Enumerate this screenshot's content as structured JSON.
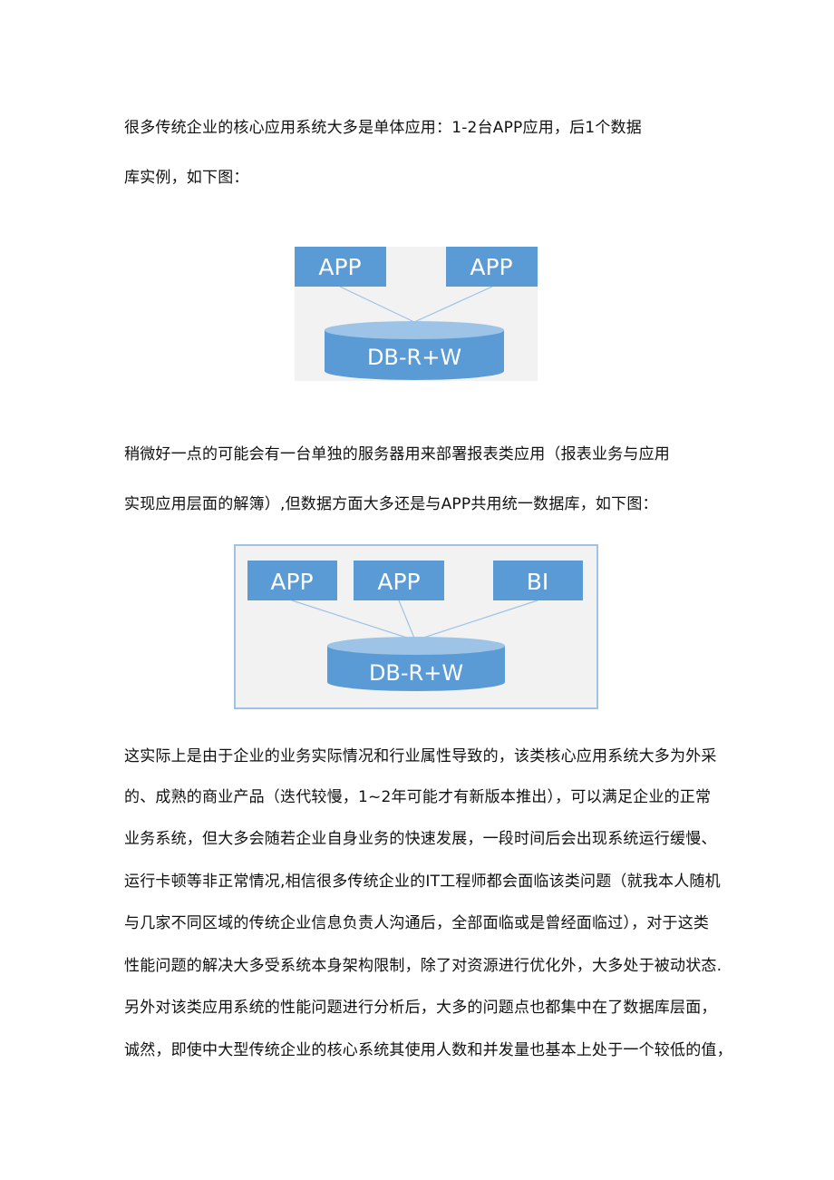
{
  "paragraph1": {
    "lines": [
      "很多传统企业的核心应用系统大多是单体应用：1-2台APP应用，后1个数据",
      "库实例，如下图："
    ]
  },
  "figure1": {
    "boxes": [
      "APP",
      "APP"
    ],
    "db_label": "DB-R+W",
    "colors": {
      "box": "#5b9bd5",
      "box_light": "#9dc3e6",
      "db_top": "#9dc3e6",
      "background": "#f2f2f2",
      "connector": "#9dc3e6"
    }
  },
  "paragraph2": {
    "lines": [
      "稍微好一点的可能会有一台单独的服务器用来部署报表类应用（报表业务与应用",
      "实现应用层面的解簿）,但数据方面大多还是与APP共用统一数据库，如下图："
    ]
  },
  "figure2": {
    "boxes": [
      "APP",
      "APP",
      "BI"
    ],
    "db_label": "DB-R+W",
    "colors": {
      "box": "#5b9bd5",
      "frame": "#9dc3e6",
      "background": "#f2f2f2"
    }
  },
  "paragraph3": {
    "lines": [
      "这实际上是由于企业的业务实际情况和行业属性导致的，该类核心应用系统大多为外采",
      "的、成熟的商业产品（迭代较慢，1~2年可能才有新版本推出），可以满足企业的正常",
      "业务系统，但大多会随若企业自身业务的快速发展，一段时间后会出现系统运行缓慢、",
      "运行卡顿等非正常情况,相信很多传统企业的IT工程师都会面临该类问题（就我本人随机",
      "与几家不同区域的传统企业信息负责人沟通后，全部面临或是曾经面临过），对于这类",
      "性能问题的解决大多受系统本身架构限制，除了对资源进行优化外，大多处于被动状态.",
      "另外对该类应用系统的性能问题进行分析后，大多的问题点也都集中在了数据库层面，",
      "诚然，即使中大型传统企业的核心系统其使用人数和并发量也基本上处于一个较低的值，"
    ]
  }
}
